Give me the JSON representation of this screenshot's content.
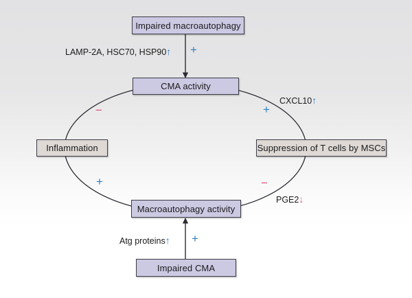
{
  "figure": {
    "title": "",
    "background_top_color": "#e2e2e4",
    "background_bottom_color": "#ffffff",
    "node_purple_color": "#ccc9e3",
    "node_gray_color": "#ded9d5",
    "positive_sign_color": "#2f7ec0",
    "negative_sign_color": "#e0527f"
  },
  "nodes": {
    "impaired_macroautophagy": "Impaired macroautophagy",
    "cma_activity": "CMA activity",
    "inflammation": "Inflammation",
    "suppression_t_cells": "Suppression of T cells by MSCs",
    "macroautophagy_activity": "Macroautophagy activity",
    "impaired_cma": "Impaired CMA"
  },
  "edge_labels": {
    "lamp2a_hsc70_hsp90": "LAMP-2A, HSC70, HSP90",
    "lamp2a_arrow": "↑",
    "lamp2a_sign": "+",
    "cxcl10": "CXCL10",
    "cxcl10_arrow": "↑",
    "cxcl10_sign": "+",
    "inflammation_sign": "−",
    "macroautophagy_sign": "+",
    "pge2": "PGE2",
    "pge2_arrow": "↓",
    "pge2_sign": "−",
    "atg_proteins": "Atg proteins",
    "atg_arrow": "↑",
    "atg_sign": "+"
  }
}
